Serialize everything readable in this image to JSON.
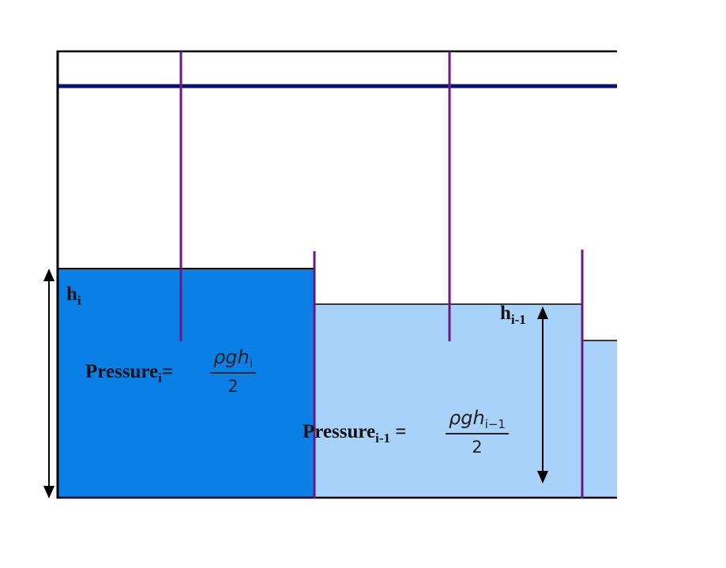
{
  "colors": {
    "frame": "#000000",
    "top_band": "#0a1070",
    "column_dark": "#0a7fe6",
    "column_light": "#a8d2fa",
    "plates": "#6c1787",
    "arrows": "#000000"
  },
  "labels": {
    "h_i": {
      "base": "h",
      "sub": "i"
    },
    "h_i_minus_1": {
      "base": "h",
      "sub": "i-1"
    }
  },
  "equations": {
    "pressure_i": {
      "lhs_base": "Pressure",
      "lhs_sub": "i",
      "eq": "=",
      "num": "ρgh",
      "num_sub": "i",
      "den": "2"
    },
    "pressure_i_minus_1": {
      "lhs_base": "Pressure",
      "lhs_sub": "i-1",
      "eq": " =",
      "num": "ρgh",
      "num_sub": "i−1",
      "den": "2"
    }
  }
}
